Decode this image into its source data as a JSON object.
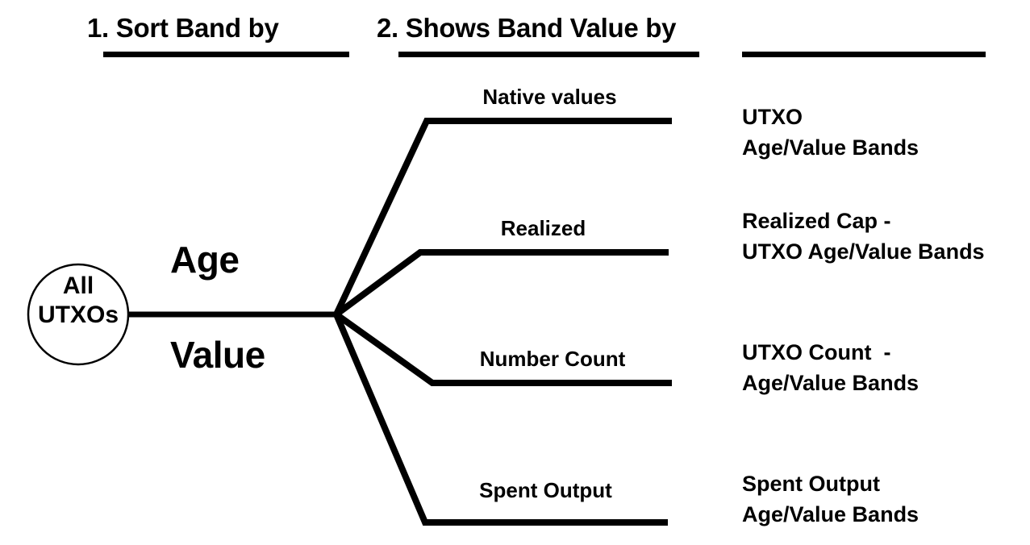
{
  "diagram": {
    "title": "UTXO Age/Value Bands taxonomy",
    "background_color": "#ffffff",
    "stroke_color": "#000000"
  },
  "headers": [
    {
      "id": "col1",
      "label": "1. Sort Band by"
    },
    {
      "id": "col2",
      "label": "2. Shows Band Value by"
    },
    {
      "id": "col3",
      "label": ""
    }
  ],
  "root": {
    "label": "All\nUTXOs"
  },
  "sort_by": {
    "top_label": "Age",
    "bottom_label": "Value"
  },
  "branches": [
    {
      "id": "native-values",
      "middle_label": "Native values",
      "output_label": "UTXO\nAge/Value Bands"
    },
    {
      "id": "realized",
      "middle_label": "Realized",
      "output_label": "Realized Cap -\nUTXO Age/Value Bands"
    },
    {
      "id": "number-count",
      "middle_label": "Number Count",
      "output_label": "UTXO Count  -\nAge/Value Bands"
    },
    {
      "id": "spent-output",
      "middle_label": "Spent Output",
      "output_label": "Spent Output\nAge/Value Bands"
    }
  ]
}
